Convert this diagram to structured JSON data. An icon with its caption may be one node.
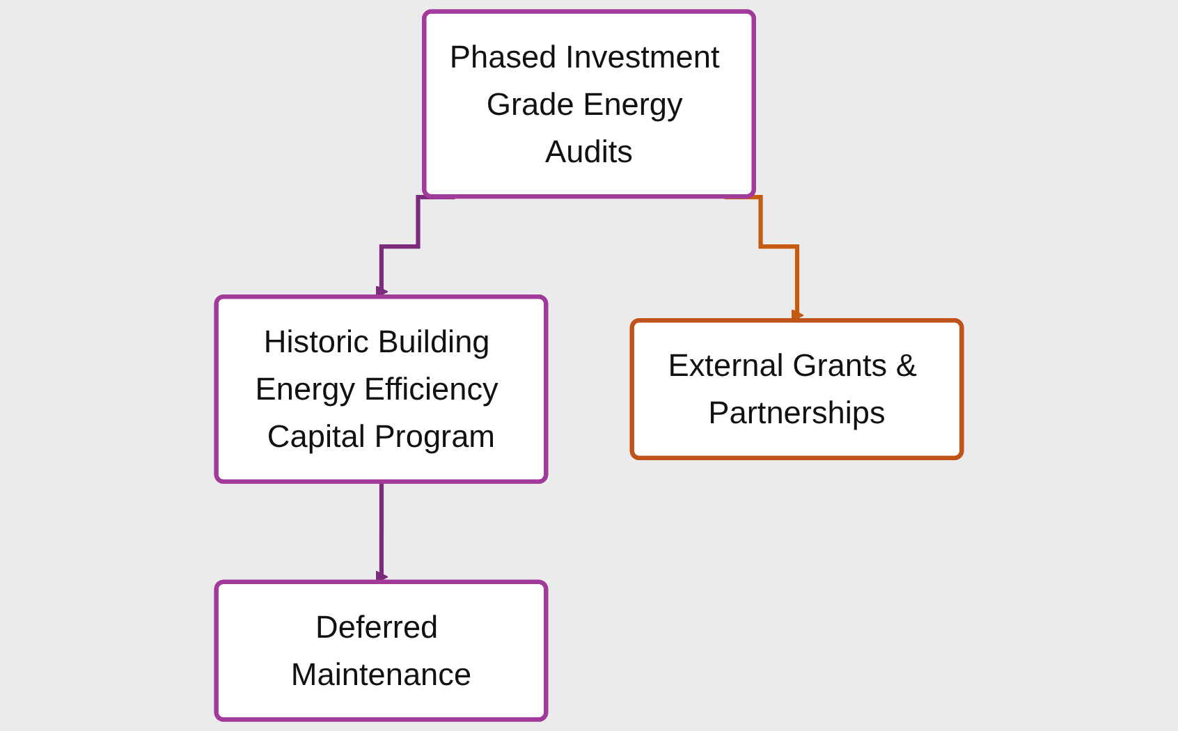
{
  "diagram": {
    "nodes": [
      {
        "text": [
          "Phased Investment Grade Energy Audits"
        ]
      },
      {
        "text": [
          "Historic Building Energy Efficiency Capital Program"
        ]
      },
      {
        "text": [
          "External Grants & Partnerships"
        ]
      },
      {
        "text": [
          "Deferred Maintenance"
        ]
      }
    ],
    "edges": [
      {
        "from": 0,
        "to": 1,
        "arrow": "to"
      },
      {
        "from": 0,
        "to": 2,
        "arrow": "to",
        "color": "#c55a11"
      },
      {
        "from": 1,
        "to": 3,
        "arrow": "to"
      }
    ]
  }
}
